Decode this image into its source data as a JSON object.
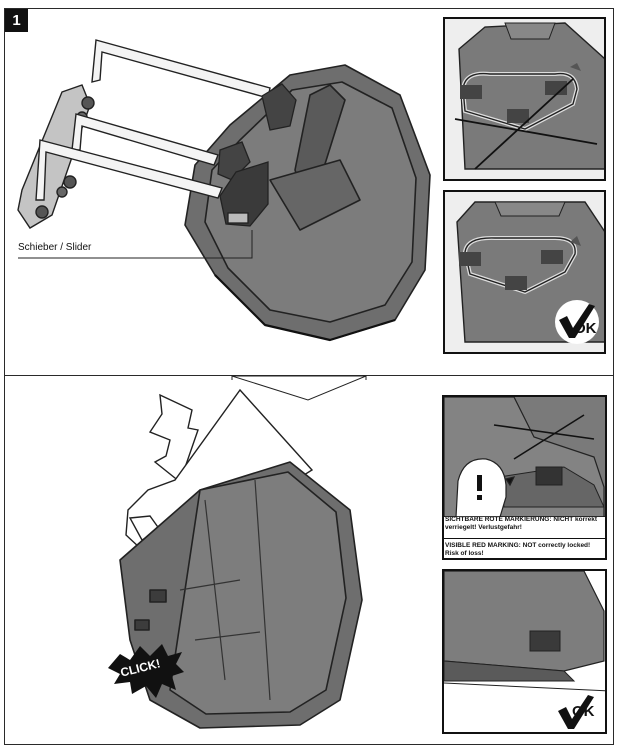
{
  "step_number": "1",
  "slider_label": "Schieber / Slider",
  "click_label": "CLICK!",
  "ok_label_1": "OK",
  "ok_label_2": "OK",
  "warning": {
    "de": "SICHTBARE ROTE MARKIERUNG: NICHT korrekt verriegelt! Verlustgefahr!",
    "en": "VISIBLE RED MARKING: NOT correctly locked! Risk of loss!"
  },
  "icons": [
    "check-icon",
    "cross-out-icon",
    "exclamation-head-icon",
    "down-arrow-icon",
    "click-burst-icon"
  ]
}
